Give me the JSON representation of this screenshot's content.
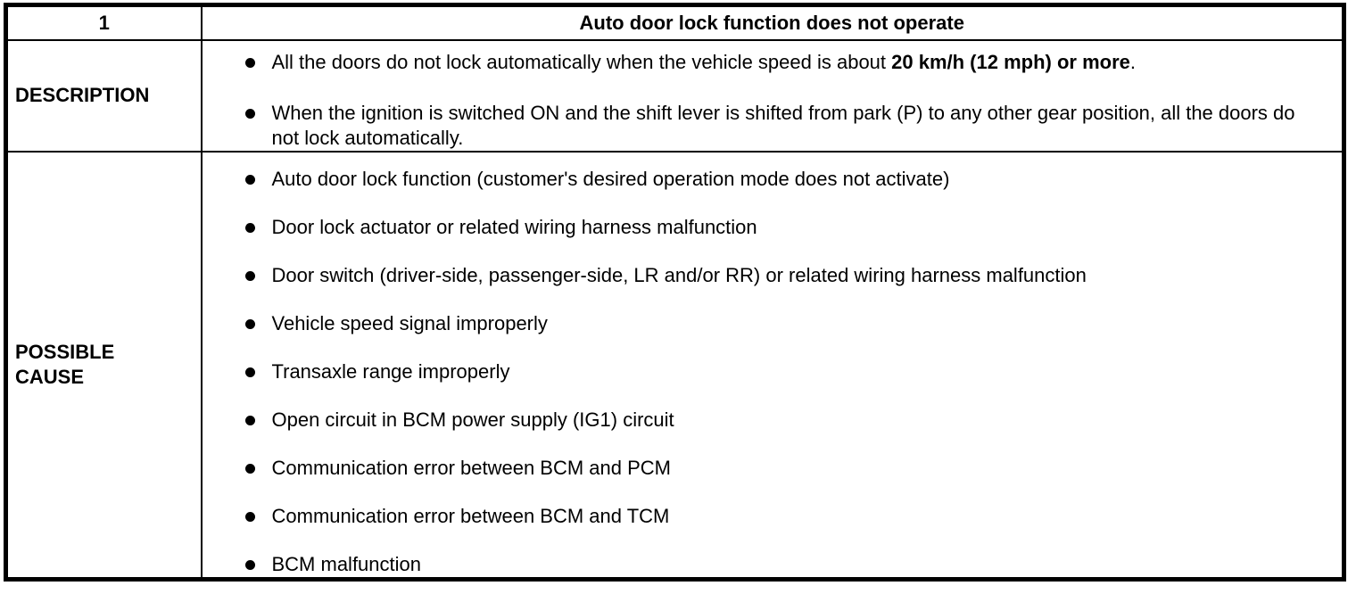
{
  "colors": {
    "border": "#000000",
    "text": "#000000",
    "background": "#ffffff"
  },
  "header": {
    "index": "1",
    "title": "Auto door lock function does not operate"
  },
  "description": {
    "label": "DESCRIPTION",
    "items": [
      {
        "pre": "All the doors do not lock automatically when the vehicle speed is about ",
        "bold": "20 km/h (12 mph) or more",
        "post": "."
      },
      {
        "pre": "When the ignition is switched ON and the shift lever is shifted from park (P) to any other gear position, all the doors do not lock automatically.",
        "bold": "",
        "post": ""
      }
    ]
  },
  "possible_cause": {
    "label": "POSSIBLE CAUSE",
    "items": [
      "Auto door lock function (customer's desired operation mode does not activate)",
      "Door lock actuator or related wiring harness malfunction",
      "Door switch (driver-side, passenger-side, LR and/or RR) or related wiring harness malfunction",
      "Vehicle speed signal improperly",
      "Transaxle range improperly",
      "Open circuit in BCM power supply (IG1) circuit",
      "Communication error between BCM and PCM",
      "Communication error between BCM and TCM",
      "BCM malfunction"
    ]
  }
}
